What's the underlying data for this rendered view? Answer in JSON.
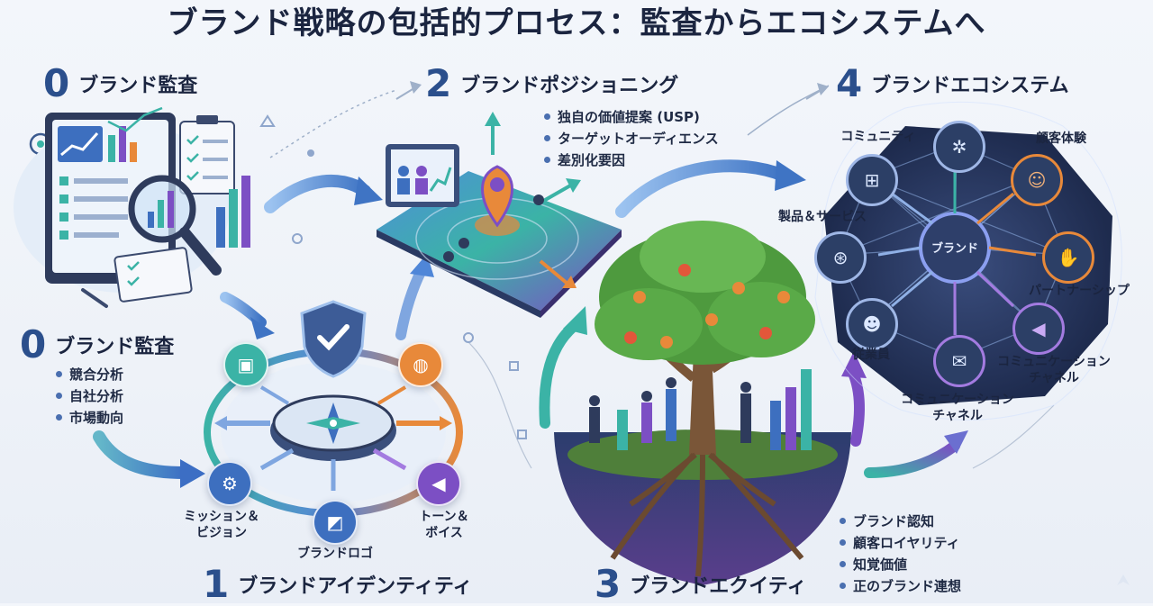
{
  "title": "ブランド戦略の包括的プロセス：監査からエコシステムへ",
  "section0_top": {
    "num": "0",
    "label": "ブランド監査"
  },
  "section0": {
    "num": "0",
    "label": "ブランド監査",
    "items": [
      "競合分析",
      "自社分析",
      "市場動向"
    ]
  },
  "section1": {
    "num": "1",
    "label": "ブランドアイデンティティ",
    "nodes": {
      "mission": "ミッション＆\nビジョン",
      "logo": "ブランドロゴ",
      "tone": "トーン＆\nボイス"
    }
  },
  "section2": {
    "num": "2",
    "label": "ブランドポジショニング",
    "items": [
      "独自の価値提案 (USP)",
      "ターゲットオーディエンス",
      "差別化要因"
    ]
  },
  "section3": {
    "num": "3",
    "label": "ブランドエクイティ",
    "items": [
      "ブランド認知",
      "顧客ロイヤリティ",
      "知覚価値",
      "正のブランド連想"
    ]
  },
  "section4": {
    "num": "4",
    "label": "ブランドエコシステム",
    "center": "ブランド",
    "nodes": {
      "community": "コミュニティ",
      "customer": "顧客体験",
      "product": "製品＆サービス",
      "partner": "パートナーシップ",
      "employee": "従業員",
      "channel_right": "コミュニケーション\nチャネル",
      "channel_bottom": "コミュニケーション\nチャネル"
    }
  },
  "icons": {
    "monitor": "monitor-chart-icon",
    "magnifier": "magnifier-icon",
    "shield": "shield-check-icon",
    "compass": "compass-icon",
    "map": "location-map-icon",
    "tree": "tree-icon"
  },
  "colors": {
    "navy": "#1b2540",
    "blue": "#2b4f8c",
    "teal": "#3bb3a6",
    "purple": "#7c4fc4",
    "orange": "#e8893a"
  }
}
